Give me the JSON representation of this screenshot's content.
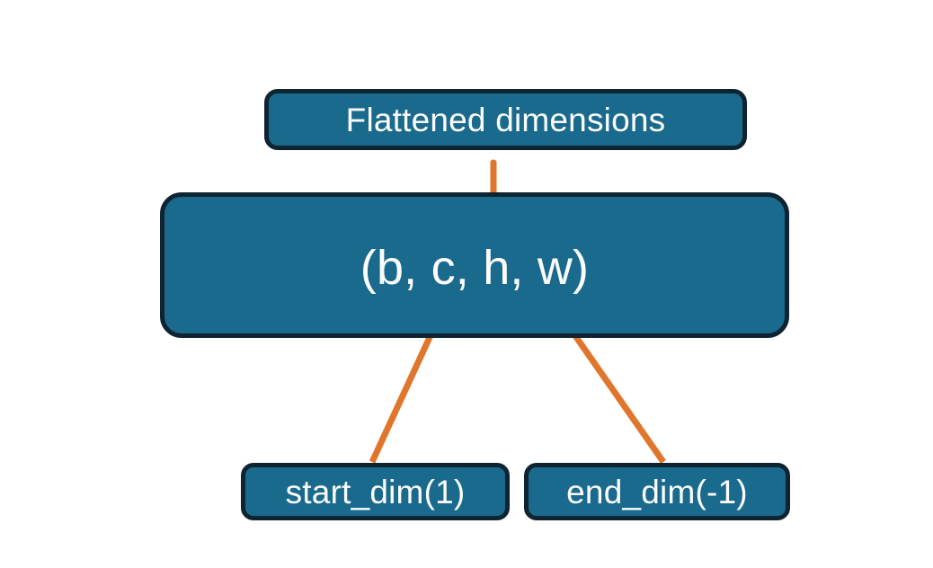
{
  "diagram": {
    "title_box": {
      "label": "Flattened dimensions"
    },
    "shape_box": {
      "label": "(b, c, h, w)"
    },
    "start_box": {
      "label": "start_dim(1)"
    },
    "end_box": {
      "label": "end_dim(-1)"
    },
    "connectors": {
      "brace": "curly-brace-up",
      "arrow_left": "arrow-start-dim-to-c",
      "arrow_right": "arrow-end-dim-to-w"
    },
    "colors": {
      "box_fill": "#1a6a8d",
      "box_border": "#0e2430",
      "accent_orange": "#e0762b",
      "label_text": "#ffffff",
      "background": "#ffffff"
    }
  }
}
